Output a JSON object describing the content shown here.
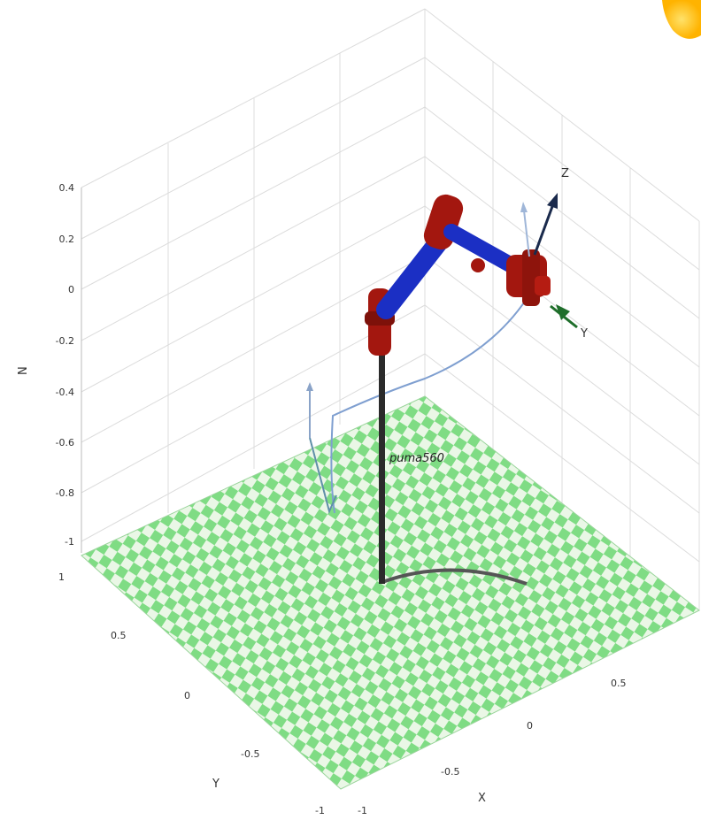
{
  "figure": {
    "z_ticks": [
      "0.4",
      "0.2",
      "0",
      "-0.2",
      "-0.4",
      "-0.6",
      "-0.8",
      "-1"
    ],
    "y_ticks": [
      "1",
      "0.5",
      "0",
      "-0.5",
      "-1"
    ],
    "x_ticks": [
      "-1",
      "-0.5",
      "0",
      "0.5"
    ],
    "z_label": "N",
    "y_label": "Y",
    "x_label": "X",
    "robot_name": "puma560",
    "frame_labels": {
      "z": "Z",
      "y": "Y"
    },
    "colors": {
      "floor_light": "#eaf7e6",
      "floor_dark": "#7fdc84",
      "link": "#1b2fc4",
      "joint": "#a3170f",
      "pedestal": "#2b2b2b",
      "trajectory": "#7f9fd0",
      "sun": "#ffc21a"
    }
  }
}
